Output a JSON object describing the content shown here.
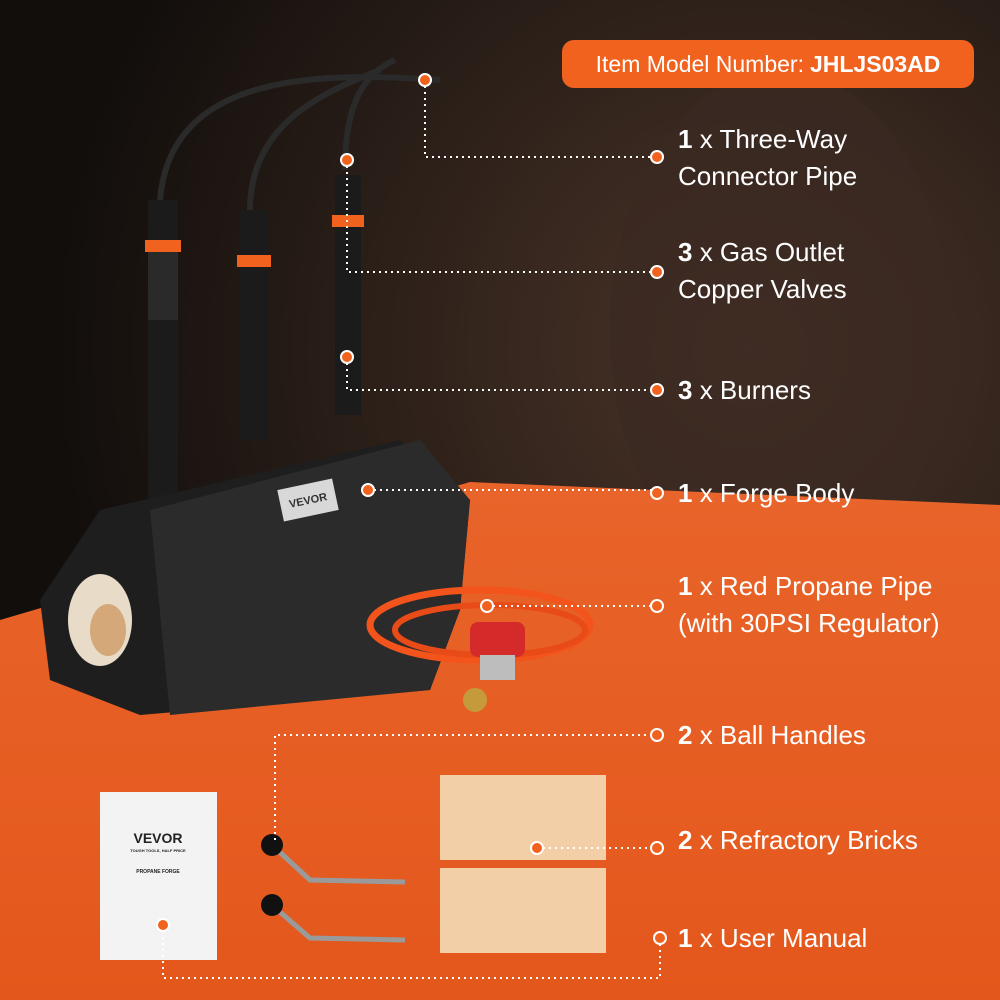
{
  "colors": {
    "accent": "#f0621e",
    "background_dark": "#1a1512",
    "text": "#ffffff"
  },
  "badge": {
    "label": "Item Model Number:",
    "model": "JHLJS03AD"
  },
  "items": [
    {
      "qty": "1",
      "line1": "x Three-Way",
      "line2": "Connector Pipe"
    },
    {
      "qty": "3",
      "line1": "x Gas Outlet",
      "line2": "Copper Valves"
    },
    {
      "qty": "3",
      "line1": "x Burners",
      "line2": ""
    },
    {
      "qty": "1",
      "line1": "x Forge Body",
      "line2": ""
    },
    {
      "qty": "1",
      "line1": "x Red Propane Pipe",
      "line2": "(with 30PSI Regulator)"
    },
    {
      "qty": "2",
      "line1": "x Ball Handles",
      "line2": ""
    },
    {
      "qty": "2",
      "line1": "x Refractory Bricks",
      "line2": ""
    },
    {
      "qty": "1",
      "line1": "x User Manual",
      "line2": ""
    }
  ],
  "product_logo": "VEVOR",
  "manual": {
    "brand": "VEVOR",
    "tagline": "TOUGH TOOLS, HALF PRICE",
    "title": "PROPANE FORGE"
  }
}
